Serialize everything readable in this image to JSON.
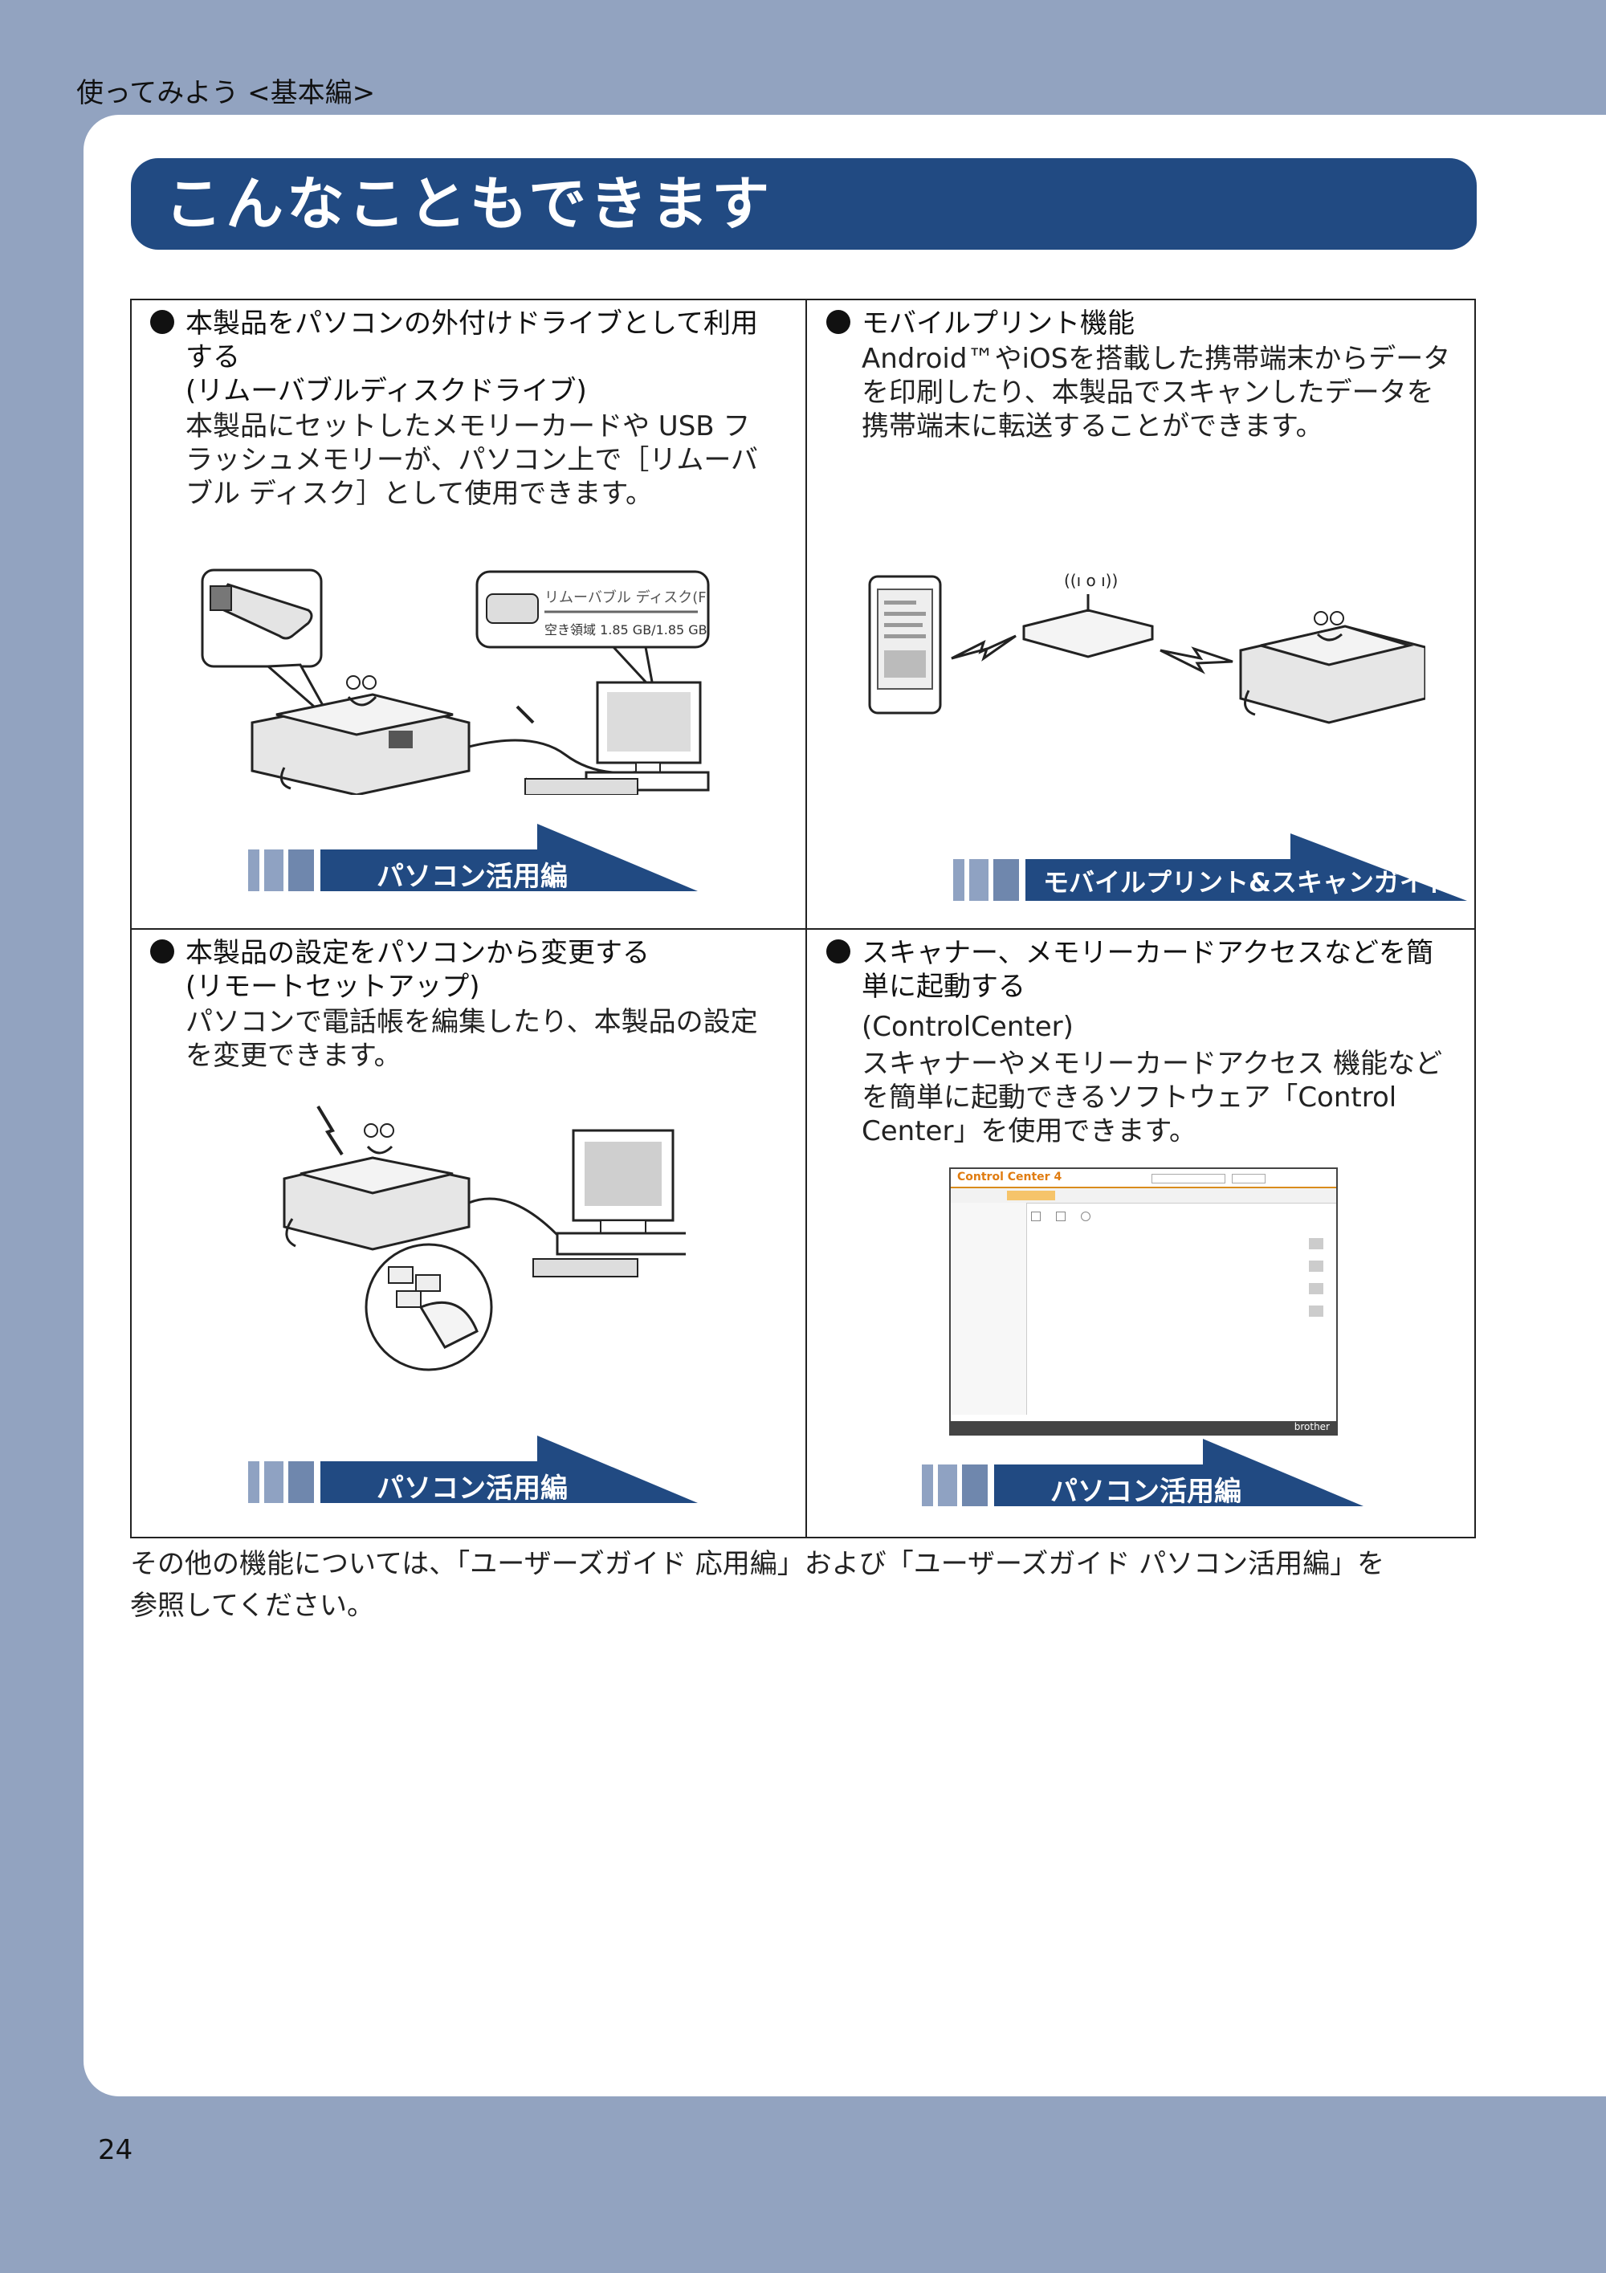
{
  "header": {
    "section_tag": "使ってみよう <基本編>"
  },
  "title": "こんなこともできます",
  "cells": {
    "removable": {
      "heading_line1": "本製品をパソコンの外付けドライブとして利用",
      "heading_line2": "する",
      "heading_line3": "(リムーバブルディスクドライブ)",
      "body_line1": "本製品にセットしたメモリーカードや USB フ",
      "body_line2": "ラッシュメモリーが、パソコン上で［リムーバ",
      "body_line3": "ブル ディスク］として使用できます。",
      "balloon_label": "リムーバブル ディスク(F",
      "balloon_free": "空き領域 1.85 GB/1.85 GB",
      "guide": "パソコン活用編"
    },
    "mobile": {
      "heading_line1": "モバイルプリント機能",
      "body_line1": "Android™やiOSを搭載した携帯端末からデータ",
      "body_line2": "を印刷したり、本製品でスキャンしたデータを",
      "body_line3": "携帯端末に転送することができます。",
      "guide": "モバイルプリント&スキャンガイド"
    },
    "remote": {
      "heading_line1": "本製品の設定をパソコンから変更する",
      "heading_line2": "(リモートセットアップ)",
      "body_line1": "パソコンで電話帳を編集したり、本製品の設定",
      "body_line2": "を変更できます。",
      "guide": "パソコン活用編"
    },
    "control": {
      "heading_line1": "スキャナー、メモリーカードアクセスなどを簡",
      "heading_line2": "単に起動する",
      "heading_line3": "(ControlCenter)",
      "body_line1": "スキャナーやメモリーカードアクセス 機能など",
      "body_line2": "を簡単に起動できるソフトウェア「Control",
      "body_line3": "Center」を使用できます。",
      "app_title": "Control Center 4",
      "app_brand": "brother",
      "guide": "パソコン活用編"
    }
  },
  "footer_note_line1": "その他の機能については、「ユーザーズガイド 応用編」および「ユーザーズガイド パソコン活用編」を",
  "footer_note_line2": "参照してください。",
  "page_number": "24",
  "colors": {
    "banner": "#214a82",
    "frame": "#92a3c0",
    "stripe_light": "#8fa2c2",
    "stripe_mid": "#6f87ad"
  }
}
